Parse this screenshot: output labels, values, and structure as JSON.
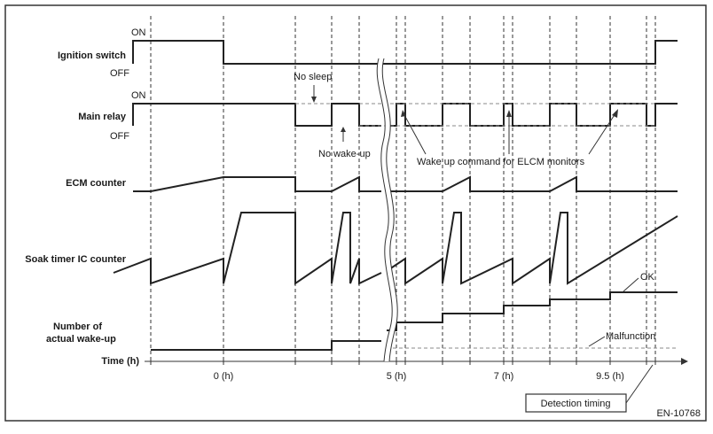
{
  "labels": {
    "ignition_switch": "Ignition switch",
    "main_relay": "Main relay",
    "ecm_counter": "ECM counter",
    "soak_timer": "Soak timer IC counter",
    "wakeup_line1": "Number of",
    "wakeup_line2": "actual wake-up",
    "time": "Time (h)"
  },
  "states": {
    "on": "ON",
    "off": "OFF"
  },
  "annotations": {
    "no_sleep": "No sleep",
    "no_wakeup": "No wake-up",
    "wake_cmd": "Wake up command for ELCM monitors",
    "ok": "OK",
    "malfunction": "Malfunction",
    "detection_timing": "Detection timing"
  },
  "ticks": {
    "t0": "0 (h)",
    "t5": "5 (h)",
    "t7": "7 (h)",
    "t95": "9.5 (h)"
  },
  "figure_id": "EN-10768",
  "colors": {
    "line": "#222222",
    "frame": "#333333",
    "threshold": "#888888",
    "background": "#ffffff"
  }
}
